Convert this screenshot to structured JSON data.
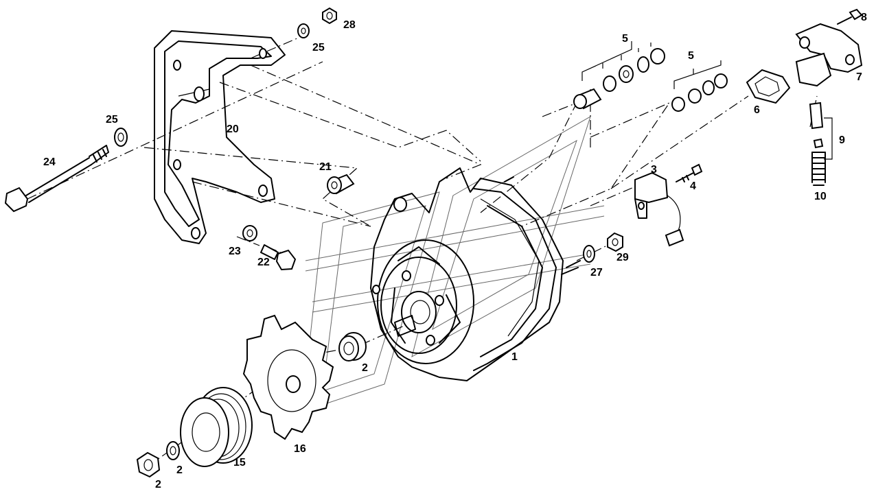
{
  "diagram": {
    "callouts": [
      {
        "id": "c1",
        "text": "1"
      },
      {
        "id": "c2a",
        "text": "2"
      },
      {
        "id": "c2b",
        "text": "2"
      },
      {
        "id": "c2c",
        "text": "2"
      },
      {
        "id": "c3",
        "text": "3"
      },
      {
        "id": "c4",
        "text": "4"
      },
      {
        "id": "c5a",
        "text": "5"
      },
      {
        "id": "c5b",
        "text": "5"
      },
      {
        "id": "c6",
        "text": "6"
      },
      {
        "id": "c7",
        "text": "7"
      },
      {
        "id": "c8",
        "text": "8"
      },
      {
        "id": "c9",
        "text": "9"
      },
      {
        "id": "c10",
        "text": "10"
      },
      {
        "id": "c15",
        "text": "15"
      },
      {
        "id": "c16",
        "text": "16"
      },
      {
        "id": "c20",
        "text": "20"
      },
      {
        "id": "c21",
        "text": "21"
      },
      {
        "id": "c22",
        "text": "22"
      },
      {
        "id": "c23",
        "text": "23"
      },
      {
        "id": "c24",
        "text": "24"
      },
      {
        "id": "c25a",
        "text": "25"
      },
      {
        "id": "c25b",
        "text": "25"
      },
      {
        "id": "c27",
        "text": "27"
      },
      {
        "id": "c28",
        "text": "28"
      },
      {
        "id": "c29",
        "text": "29"
      }
    ]
  }
}
